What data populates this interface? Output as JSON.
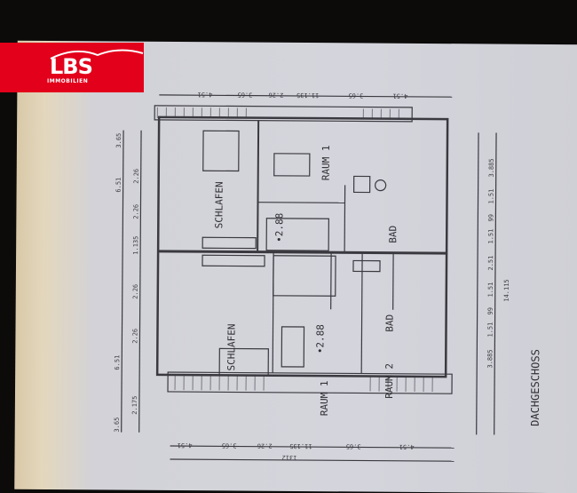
{
  "logo": {
    "brand": "LBS",
    "subtitle": "IMMOBILIEN",
    "color": "#e3001b"
  },
  "plan": {
    "title": "DACHGESCHOSS",
    "rooms": [
      {
        "name": "SCHLAFEN"
      },
      {
        "name": "RAUM 1"
      },
      {
        "name": "BAD"
      },
      {
        "name": "SCHLAFEN"
      },
      {
        "name": "RAUM 1"
      },
      {
        "name": "RAUM 2"
      },
      {
        "name": "BAD"
      }
    ],
    "levels": [
      "•2.88",
      "•2.88"
    ],
    "dimensions": {
      "total_width": "1312",
      "left": [
        "6.51",
        "6.51",
        "2.26",
        "2.26",
        "1.135",
        "2.26",
        "2.26",
        "3.65",
        "2.175",
        "3.65"
      ],
      "top": [
        "4.51",
        "3.65",
        "2.26",
        "11.135",
        "3.65",
        "4.51"
      ],
      "right": [
        "3.885",
        "1.51",
        "99",
        "1.51",
        "2.51",
        "1.51",
        "99",
        "1.51",
        "3.885",
        "14.115"
      ],
      "bottom": [
        "4.51",
        "3.65",
        "2.26",
        "11.135",
        "3.65",
        "4.51"
      ]
    }
  }
}
